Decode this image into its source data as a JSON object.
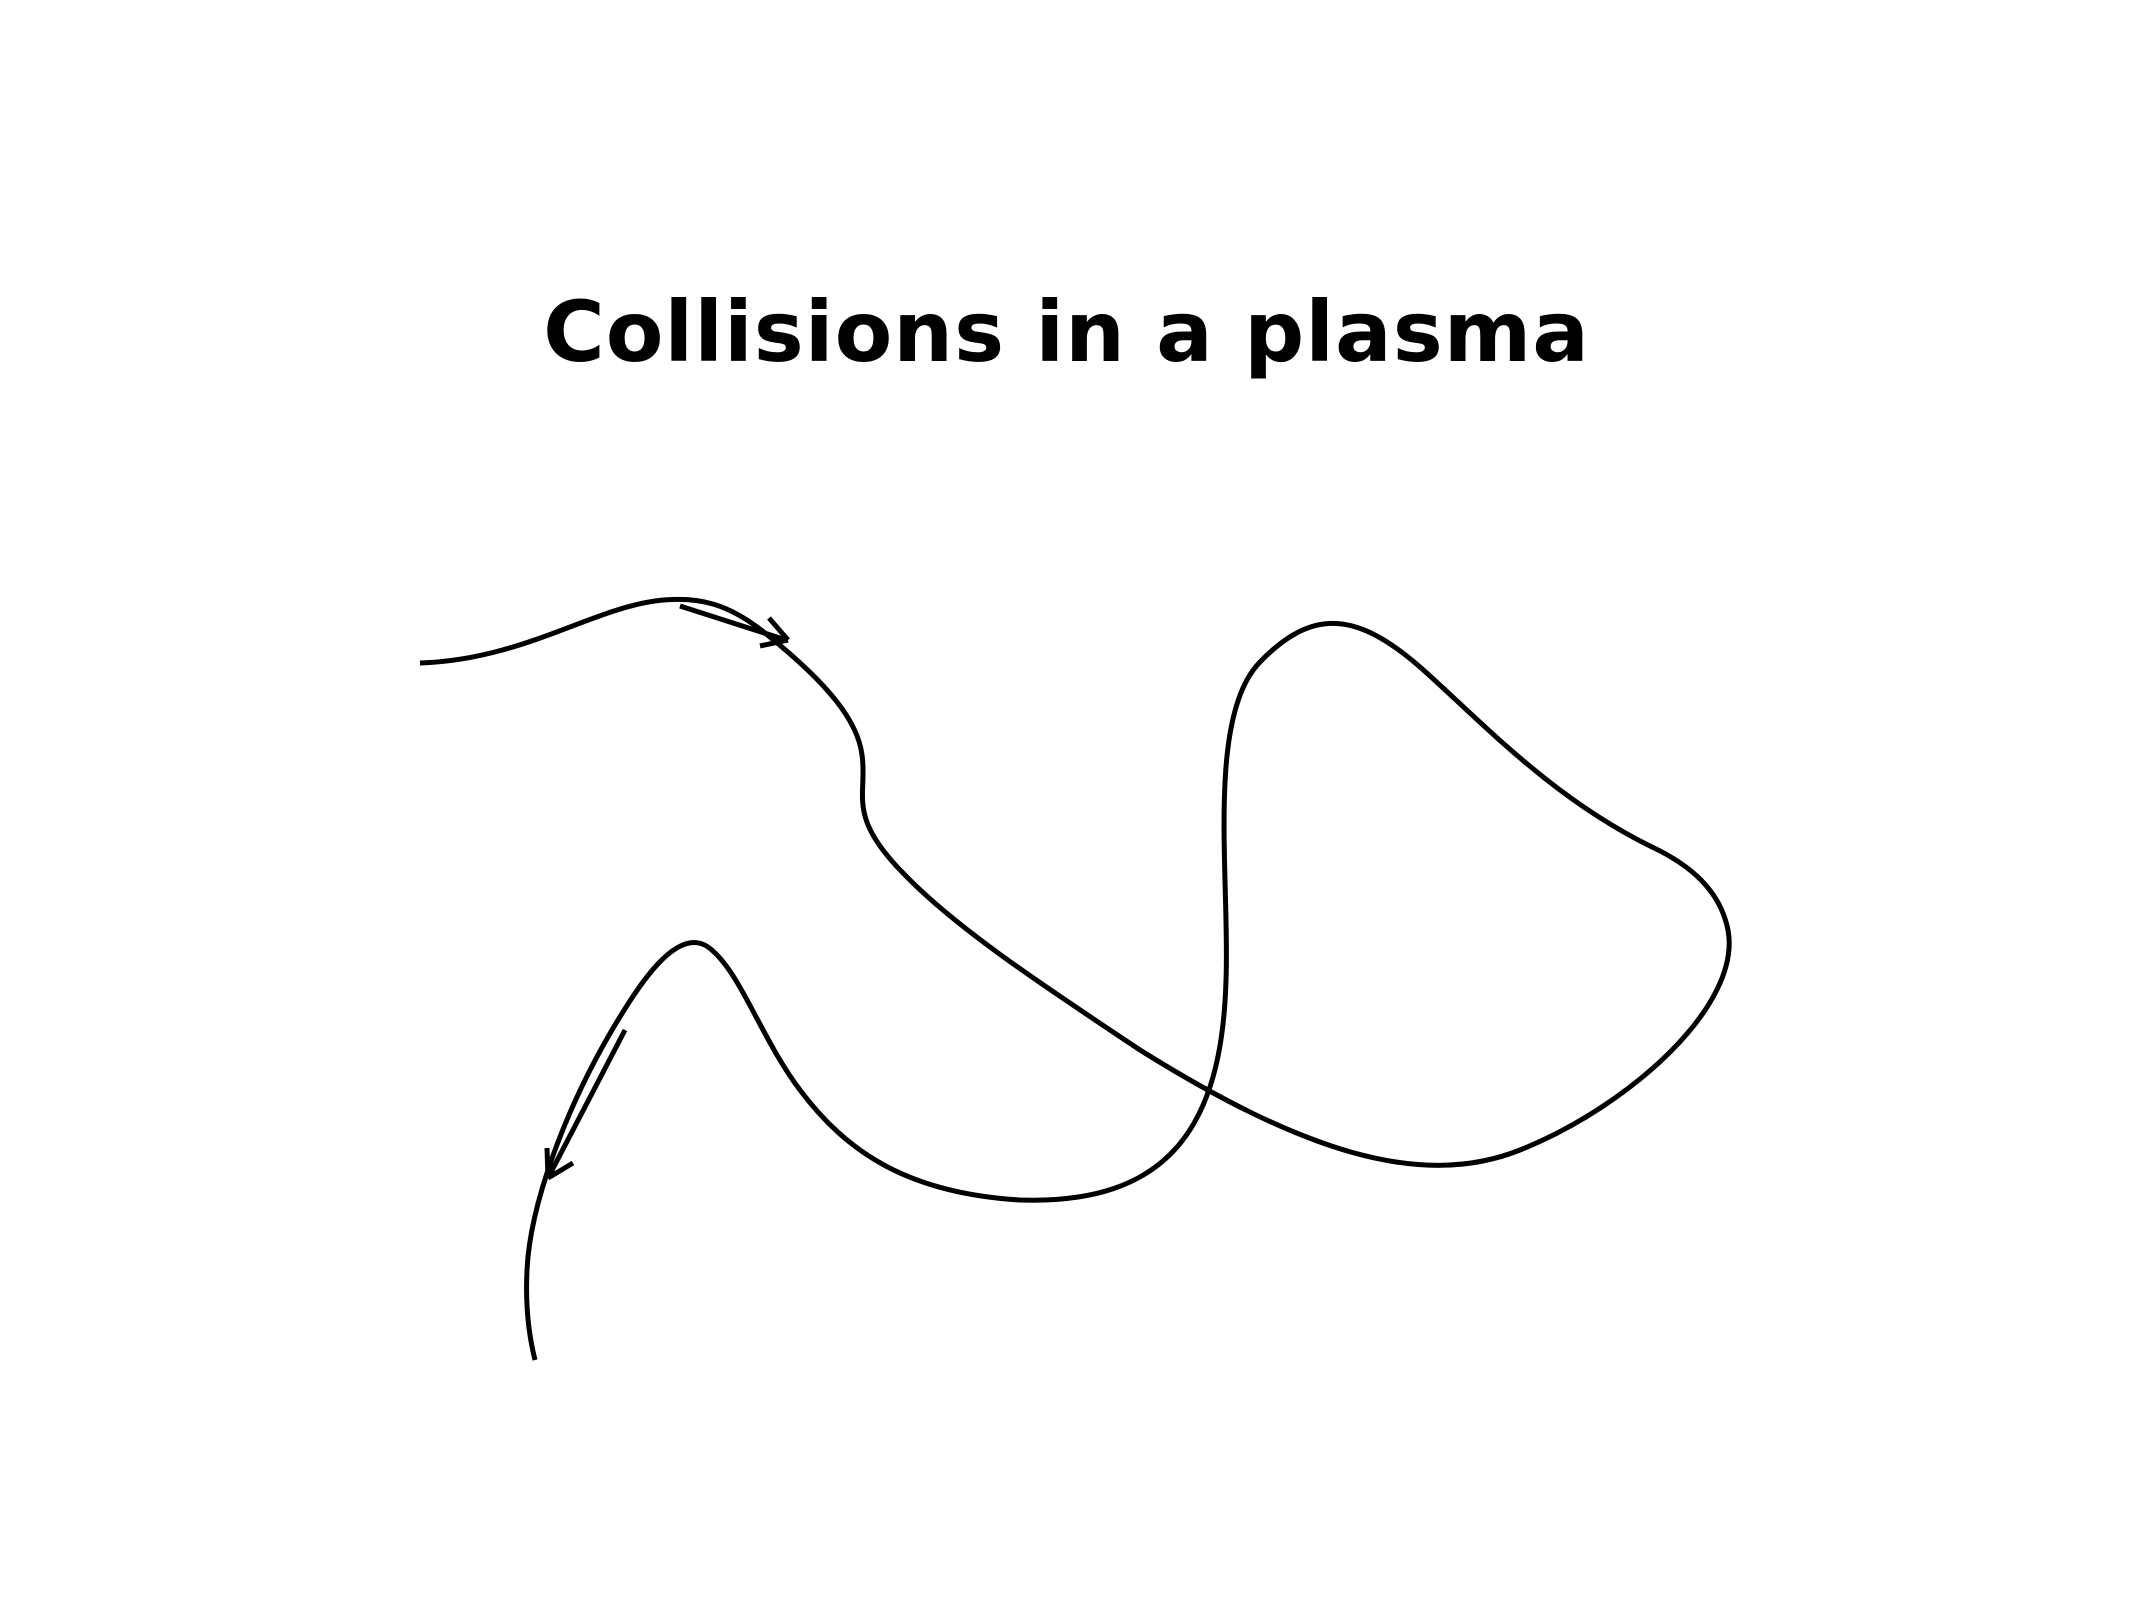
{
  "slide": {
    "title": "Collisions in a plasma"
  },
  "colors": {
    "background": "#ffffff",
    "ink": "#000000"
  },
  "diagram": {
    "type": "particle-trajectory",
    "arrowheads": 2
  }
}
